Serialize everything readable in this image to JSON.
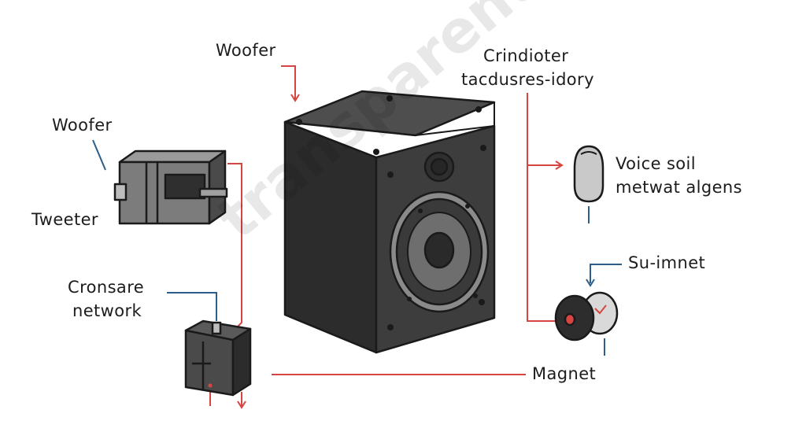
{
  "labels": {
    "woofer_top": "Woofer",
    "woofer_left": "Woofer",
    "tweeter": "Tweeter",
    "crossover": [
      "Cronsare",
      "network"
    ],
    "crindioter": [
      "Crindioter",
      "tacdusres-idory"
    ],
    "voice_coil": [
      "Voice soil",
      "metwat algens"
    ],
    "su_imnet": "Su-imnet",
    "magnet": "Magnet"
  },
  "watermark": "transparent.com",
  "colors": {
    "cabinet_front": "#3d3d3d",
    "cabinet_side": "#2c2c2c",
    "cabinet_top": "#4e4e4e",
    "leader_red": "#d64541",
    "leader_blue": "#2b5f8a",
    "outline": "#1a1a1a"
  }
}
